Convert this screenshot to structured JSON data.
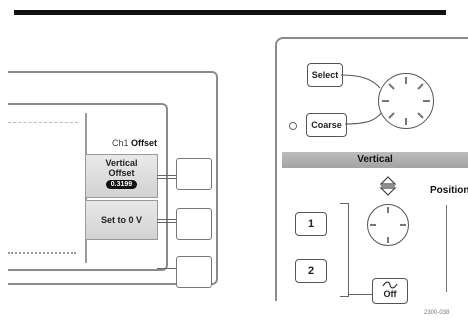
{
  "left_panel": {
    "menu_title_prefix": "Ch1",
    "menu_title_main": "Offset",
    "menu_item_vertical_offset": {
      "line1": "Vertical",
      "line2": "Offset",
      "value": "0.3199"
    },
    "menu_item_set_zero": "Set to 0 V"
  },
  "right_panel": {
    "select_button": "Select",
    "coarse_button": "Coarse",
    "vertical_banner": "Vertical",
    "position_label": "Position",
    "channel_buttons": [
      "1",
      "2"
    ],
    "off_button": "Off"
  },
  "figure_id": "2300-038",
  "colors": {
    "banner": "#a8a8a8",
    "menu_item": "#dcdcdc",
    "badge": "#111111"
  }
}
